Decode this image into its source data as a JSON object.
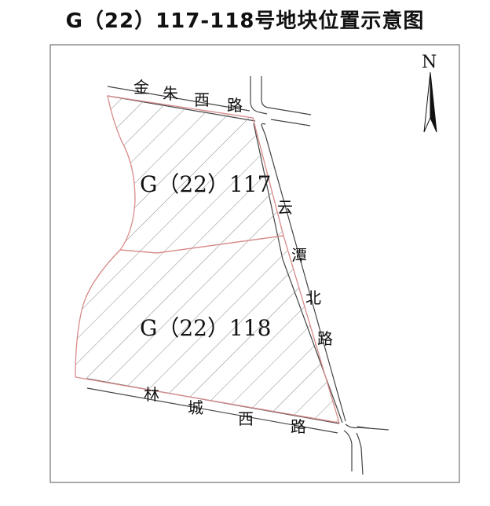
{
  "title": "G（22）117-118号地块位置示意图",
  "north": {
    "label": "N",
    "icon": "north-arrow-icon"
  },
  "parcels": [
    {
      "id": "117",
      "label": "G（22）117"
    },
    {
      "id": "118",
      "label": "G（22）118"
    }
  ],
  "roads": {
    "jinzhu_west": {
      "chars": [
        "金",
        "朱",
        "西",
        "路"
      ]
    },
    "yuntan_north": {
      "chars": [
        "云",
        "潭",
        "北",
        "路"
      ]
    },
    "lincheng_west": {
      "chars": [
        "林",
        "城",
        "西",
        "路"
      ]
    }
  },
  "colors": {
    "hatch": "#8a8a8a",
    "boundary": "#d88a8a",
    "road_line": "#444444",
    "frame": "#555555"
  }
}
